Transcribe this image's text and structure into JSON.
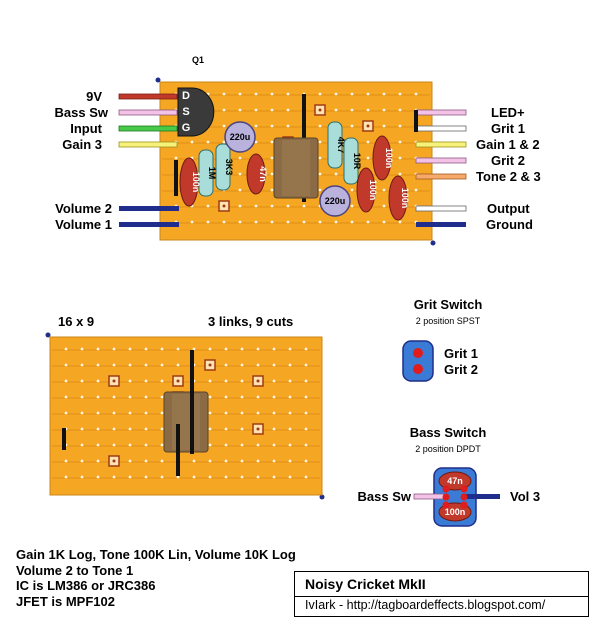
{
  "q1_label": "Q1",
  "jfet_pins": [
    "D",
    "S",
    "G"
  ],
  "left_labels": [
    "9V",
    "Bass Sw",
    "Input",
    "Gain 3",
    "Volume 2",
    "Volume 1"
  ],
  "right_labels": [
    "LED+",
    "Grit 1",
    "Gain 1 & 2",
    "Grit 2",
    "Tone 2 & 3",
    "Output",
    "Ground"
  ],
  "components": {
    "c220u_a": "220u",
    "c220u_b": "220u",
    "r1m": "1M",
    "r3k3": "3K3",
    "c100n_a": "100n",
    "c47n": "47n",
    "r4k7": "4K7",
    "r10r": "10R",
    "c100n_b": "100n",
    "c100n_c": "100n",
    "c100n_d": "100n"
  },
  "board_size": "16 x 9",
  "links_cuts": "3 links, 9 cuts",
  "grit_switch": {
    "title": "Grit Switch",
    "type": "2 position SPST",
    "pins": [
      "Grit 1",
      "Grit 2"
    ]
  },
  "bass_switch": {
    "title": "Bass Switch",
    "type": "2 position DPDT",
    "left": "Bass Sw",
    "right": "Vol 3",
    "cap_top": "47n",
    "cap_bottom": "100n"
  },
  "notes": [
    "Gain 1K Log, Tone 100K Lin, Volume 10K Log",
    "Volume 2 to Tone 1",
    "IC is LM386 or JRC386",
    "JFET is MPF102"
  ],
  "title": "Noisy Cricket MkII",
  "author": "IvIark - http://tagboardeffects.blogspot.com/",
  "colors": {
    "board": "#f5a623",
    "strip_line": "#e08d14",
    "hole": "#fff7e6",
    "cap_red": "#c0392b",
    "resistor": "#a8ddd9",
    "electrolytic": "#b9b2dc",
    "ic": "#8a6b45",
    "wire_blue": "#1f2d8c"
  }
}
